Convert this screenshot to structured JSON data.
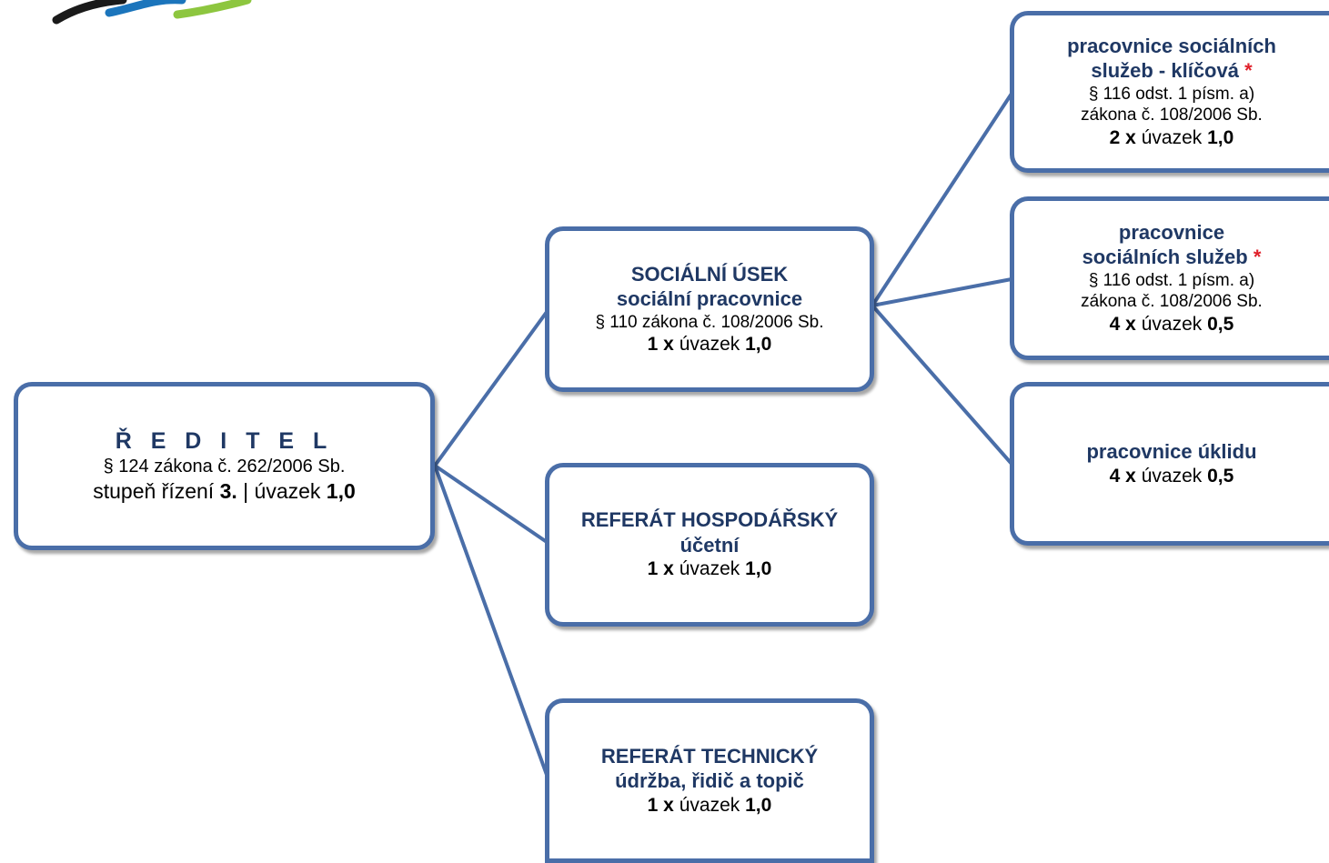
{
  "colors": {
    "border": "#4a6ea8",
    "heading": "#1f3864",
    "asterisk": "#e0202a",
    "logo_blue": "#1b75bc",
    "logo_green": "#8dc63f",
    "logo_dark": "#1a1a1a"
  },
  "logo": {
    "icon": "wave-logo-icon"
  },
  "nodes": {
    "reditel": {
      "title": "Ř E D I T E L",
      "law": "§ 124 zákona č. 262/2006 Sb.",
      "level_text": "stupeň řízení",
      "level_value": "3.",
      "separator": "|",
      "ftr_text": "úvazek",
      "ftr_value": "1,0"
    },
    "socialni_usek": {
      "title": "SOCIÁLNÍ ÚSEK",
      "subtitle": "sociální pracovnice",
      "law": "§ 110 zákona č. 108/2006 Sb.",
      "count": "1 x",
      "ftr_text": "úvazek",
      "ftr_value": "1,0"
    },
    "referat_hospodarsky": {
      "title": "REFERÁT HOSPODÁŘSKÝ",
      "subtitle": "účetní",
      "count": "1 x",
      "ftr_text": "úvazek",
      "ftr_value": "1,0"
    },
    "referat_technicky": {
      "title": "REFERÁT TECHNICKÝ",
      "subtitle": "údržba, řidič a topič",
      "count": "1 x",
      "ftr_text": "úvazek",
      "ftr_value": "1,0"
    },
    "pracovnice_klicova": {
      "title_line1": "pracovnice sociálních",
      "title_line2": "služeb - klíčová",
      "asterisk": "*",
      "law_line1": "§ 116 odst. 1 písm. a)",
      "law_line2": "zákona č. 108/2006 Sb.",
      "count": "2 x",
      "ftr_text": "úvazek",
      "ftr_value": "1,0"
    },
    "pracovnice_socialnich": {
      "title_line1": "pracovnice",
      "title_line2": "sociálních služeb",
      "asterisk": "*",
      "law_line1": "§ 116 odst. 1 písm. a)",
      "law_line2": "zákona č. 108/2006 Sb.",
      "count": "4 x",
      "ftr_text": "úvazek",
      "ftr_value": "0,5"
    },
    "pracovnice_uklidu": {
      "title": "pracovnice úklidu",
      "count": "4 x",
      "ftr_text": "úvazek",
      "ftr_value": "0,5"
    }
  },
  "connections": [
    {
      "from": "reditel",
      "to": "socialni_usek"
    },
    {
      "from": "reditel",
      "to": "referat_hospodarsky"
    },
    {
      "from": "reditel",
      "to": "referat_technicky"
    },
    {
      "from": "socialni_usek",
      "to": "pracovnice_klicova"
    },
    {
      "from": "socialni_usek",
      "to": "pracovnice_socialnich"
    },
    {
      "from": "socialni_usek",
      "to": "pracovnice_uklidu"
    }
  ]
}
